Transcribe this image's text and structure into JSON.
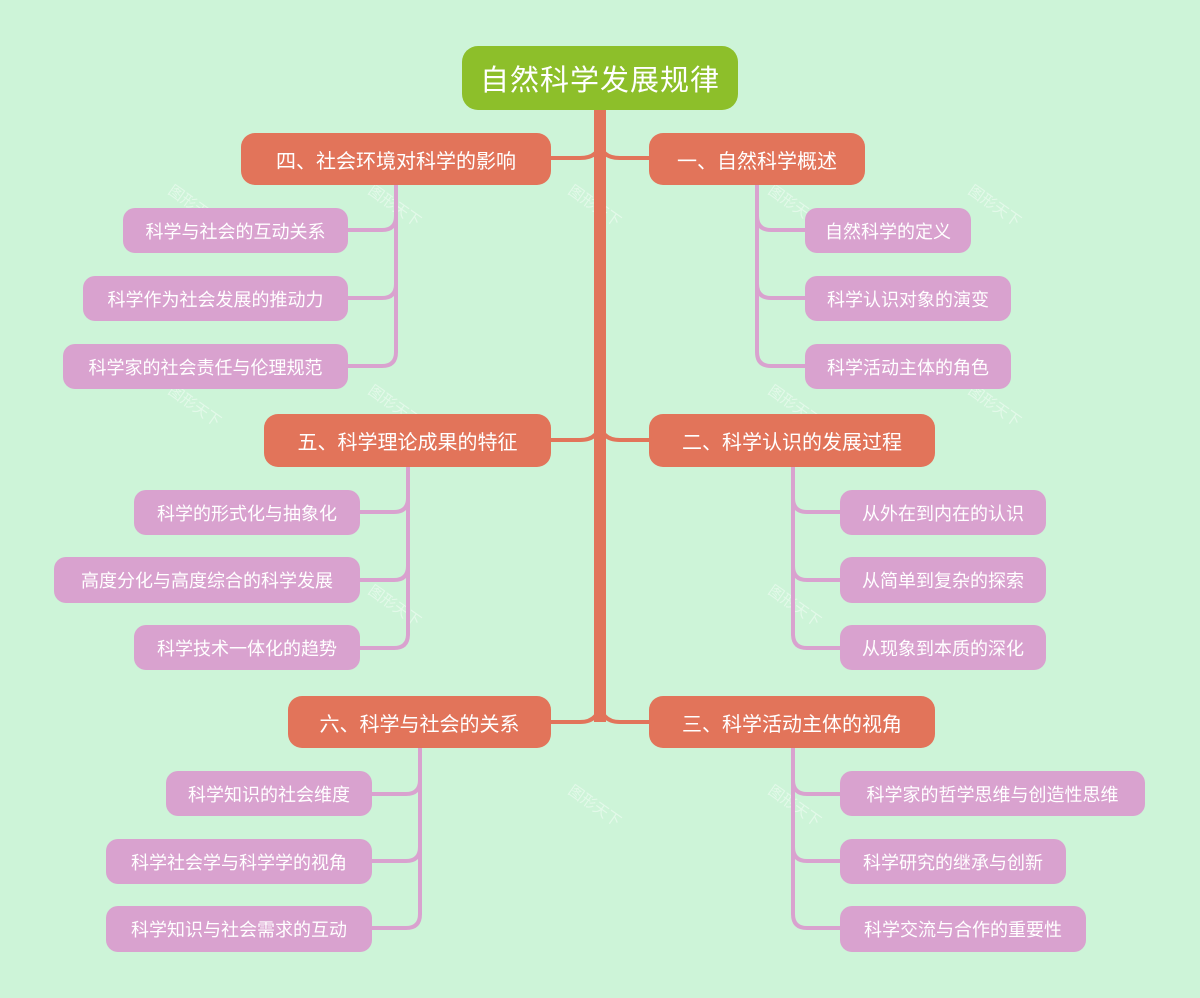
{
  "mindmap": {
    "root": {
      "label": "自然科学发展规律",
      "color": "#8dbf2a"
    },
    "colors": {
      "background": "#cdf4d8",
      "branch": "#e2745a",
      "leaf": "#d9a2cf",
      "text": "#ffffff"
    },
    "branches": [
      {
        "label": "一、自然科学概述",
        "side": "right",
        "children": [
          "自然科学的定义",
          "科学认识对象的演变",
          "科学活动主体的角色"
        ]
      },
      {
        "label": "二、科学认识的发展过程",
        "side": "right",
        "children": [
          "从外在到内在的认识",
          "从简单到复杂的探索",
          "从现象到本质的深化"
        ]
      },
      {
        "label": "三、科学活动主体的视角",
        "side": "right",
        "children": [
          "科学家的哲学思维与创造性思维",
          "科学研究的继承与创新",
          "科学交流与合作的重要性"
        ]
      },
      {
        "label": "四、社会环境对科学的影响",
        "side": "left",
        "children": [
          "科学与社会的互动关系",
          "科学作为社会发展的推动力",
          "科学家的社会责任与伦理规范"
        ]
      },
      {
        "label": "五、科学理论成果的特征",
        "side": "left",
        "children": [
          "科学的形式化与抽象化",
          "高度分化与高度综合的科学发展",
          "科学技术一体化的趋势"
        ]
      },
      {
        "label": "六、科学与社会的关系",
        "side": "left",
        "children": [
          "科学知识的社会维度",
          "科学社会学与科学学的视角",
          "科学知识与社会需求的互动"
        ]
      }
    ],
    "watermark": "图形天下"
  }
}
